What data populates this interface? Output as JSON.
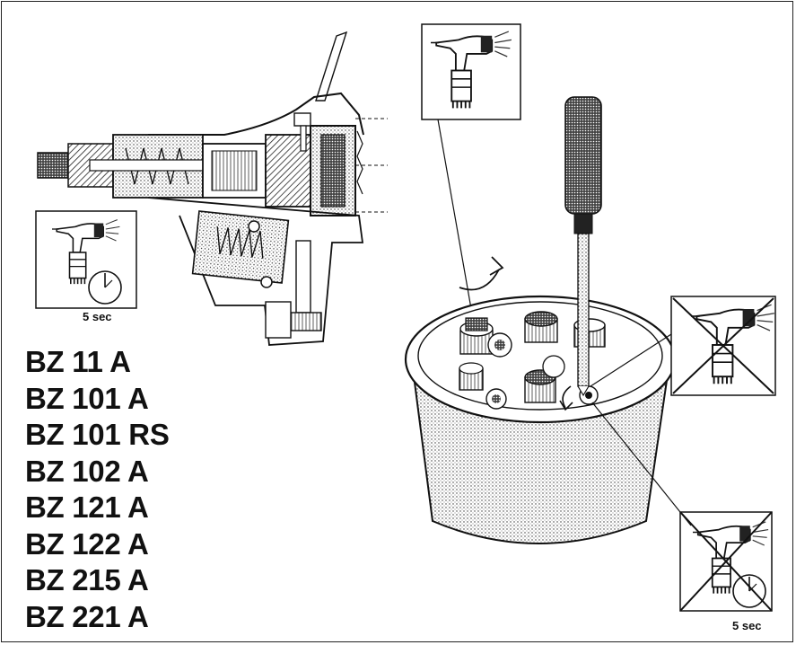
{
  "timer_left": {
    "label": "5 sec"
  },
  "timer_right": {
    "label": "5 sec"
  },
  "models": [
    "BZ 11 A",
    "BZ 101 A",
    "BZ 101 RS",
    "BZ 102 A",
    "BZ 121 A",
    "BZ 122 A",
    "BZ 215 A",
    "BZ 221 A"
  ],
  "colors": {
    "ink": "#111111",
    "background": "#ffffff"
  },
  "icons": [
    "riveter-tool-icon",
    "clock-icon",
    "screwdriver-icon",
    "rotate-arrow-icon",
    "cross-out-icon"
  ]
}
